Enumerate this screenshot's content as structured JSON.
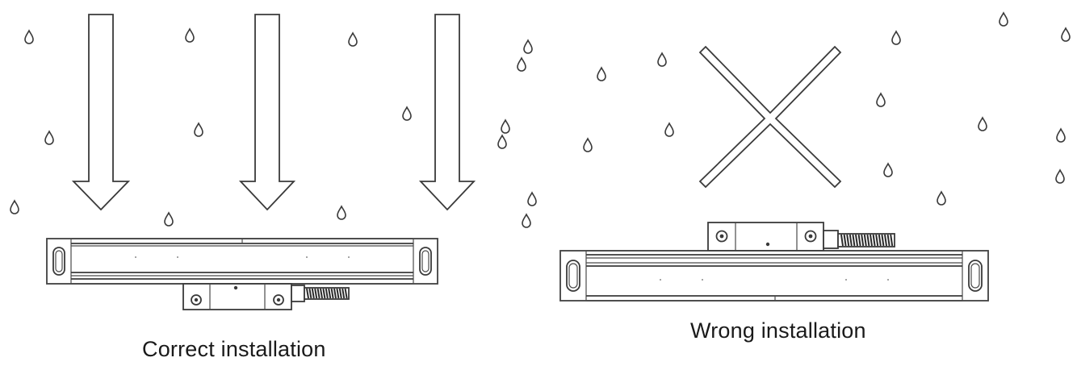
{
  "captions": {
    "correct": "Correct installation",
    "wrong": "Wrong installation"
  },
  "panels": {
    "left": {
      "status": "correct",
      "icon": "down-arrow-icon",
      "reading_head": "bottom"
    },
    "right": {
      "status": "wrong",
      "icon": "cross-icon",
      "reading_head": "top"
    }
  },
  "colors": {
    "line": "#3a3a3a",
    "background": "#ffffff",
    "text": "#1a1a1a"
  }
}
